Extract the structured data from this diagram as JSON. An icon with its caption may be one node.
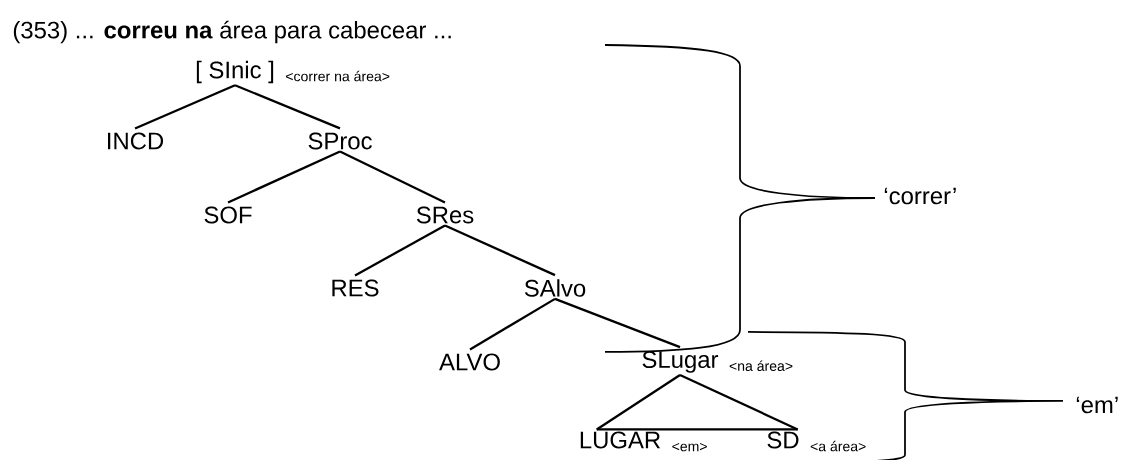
{
  "diagram": {
    "nodes": [
      {
        "text": [
          "[ SInic ]"
        ],
        "beside": [
          "<correr na área>"
        ]
      },
      {
        "text": [
          "INCD"
        ]
      },
      {
        "text": [
          "SProc"
        ]
      },
      {
        "text": [
          "SOF"
        ]
      },
      {
        "text": [
          "SRes"
        ]
      },
      {
        "text": [
          "RES"
        ]
      },
      {
        "text": [
          "SAlvo"
        ]
      },
      {
        "text": [
          "ALVO"
        ]
      },
      {
        "text": [
          "SLugar"
        ],
        "beside": [
          "<na área>"
        ]
      },
      {
        "text": [
          "LUGAR"
        ],
        "beside": [
          "<em>"
        ]
      },
      {
        "text": [
          "SD"
        ],
        "beside": [
          "<a área>"
        ]
      }
    ],
    "edges": [
      {
        "from": 0,
        "to": 1,
        "arrow": "none"
      },
      {
        "from": 0,
        "to": 2,
        "arrow": "none"
      },
      {
        "from": 2,
        "to": 3,
        "arrow": "none"
      },
      {
        "from": 2,
        "to": 4,
        "arrow": "none"
      },
      {
        "from": 4,
        "to": 5,
        "arrow": "none"
      },
      {
        "from": 4,
        "to": 6,
        "arrow": "none"
      },
      {
        "from": 6,
        "to": 7,
        "arrow": "none"
      },
      {
        "from": 6,
        "to": 8,
        "arrow": "none"
      },
      {
        "from": 8,
        "to": 9,
        "arrow": "none"
      },
      {
        "from": 8,
        "to": 10,
        "arrow": "none"
      }
    ],
    "labels": [
      "(353)  ... **correu na** área para cabecear ...",
      "‘correr’",
      "‘em’"
    ]
  }
}
